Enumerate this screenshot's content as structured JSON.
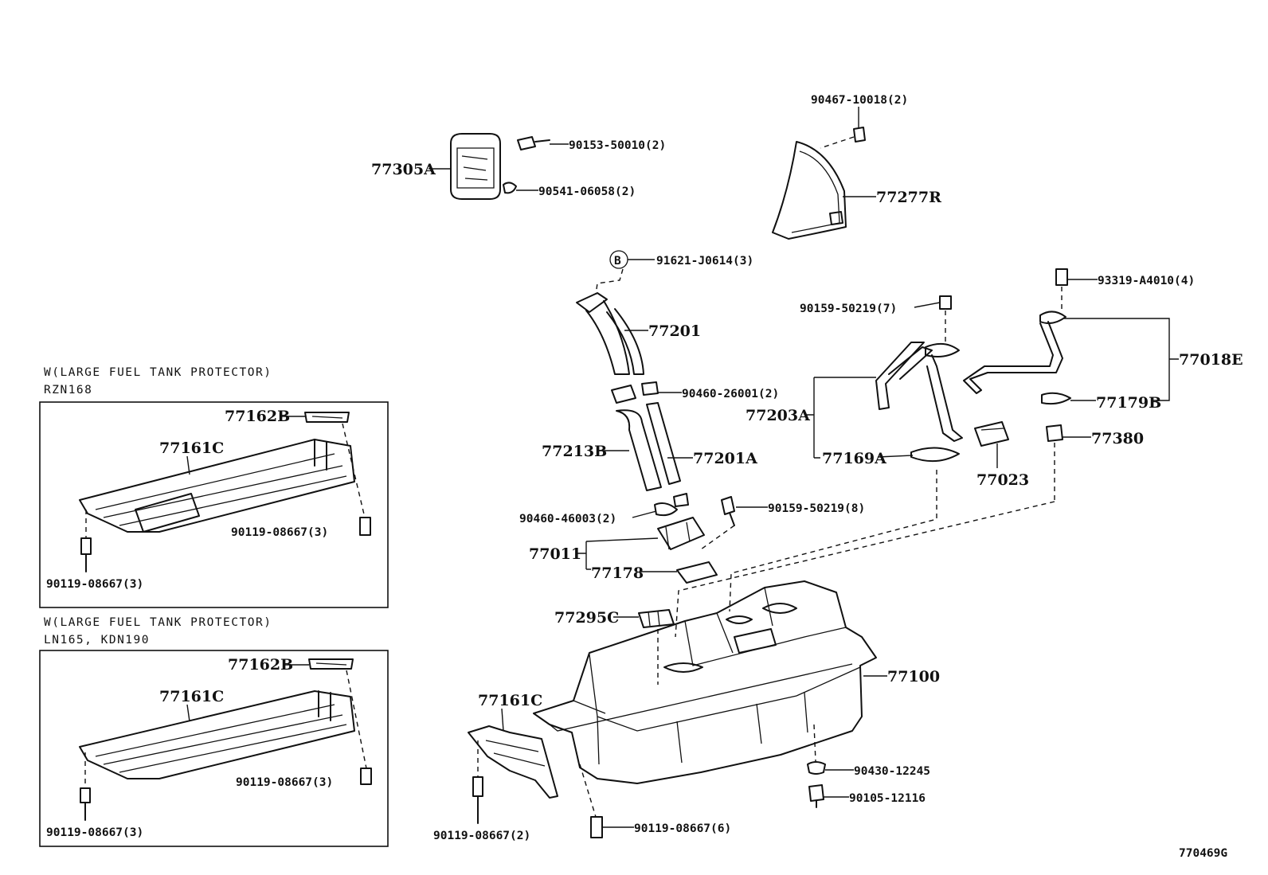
{
  "diagram": {
    "figure_id": "770469G",
    "callouts": {
      "p77305A": "77305A",
      "p90153": "90153-50010(2)",
      "p90541": "90541-06058(2)",
      "p90467": "90467-10018(2)",
      "p77277R": "77277R",
      "b_circle": "B",
      "p91621": "91621-J0614(3)",
      "p77201": "77201",
      "p90460_26001": "90460-26001(2)",
      "p77213B": "77213B",
      "p77201A": "77201A",
      "p90460_46003": "90460-46003(2)",
      "p77011": "77011",
      "p77178": "77178",
      "p90159_8": "90159-50219(8)",
      "p90159_7": "90159-50219(7)",
      "p77203A": "77203A",
      "p77169A": "77169A",
      "p77023": "77023",
      "p93319": "93319-A4010(4)",
      "p77018E": "77018E",
      "p77179B": "77179B",
      "p77380": "77380",
      "p77295C": "77295C",
      "p77100": "77100",
      "p77161C_main": "77161C",
      "p90430": "90430-12245",
      "p90105": "90105-12116",
      "p90119_2": "90119-08667(2)",
      "p90119_6": "90119-08667(6)"
    },
    "inset_top": {
      "note_line1": "W(LARGE FUEL TANK PROTECTOR)",
      "note_line2": "RZN168",
      "p77162B": "77162B",
      "p77161C": "77161C",
      "p90119_right": "90119-08667(3)",
      "p90119_left": "90119-08667(3)"
    },
    "inset_bottom": {
      "note_line1": "W(LARGE FUEL TANK PROTECTOR)",
      "note_line2": "LN165, KDN190",
      "p77162B": "77162B",
      "p77161C": "77161C",
      "p90119_right": "90119-08667(3)",
      "p90119_left": "90119-08667(3)"
    }
  }
}
